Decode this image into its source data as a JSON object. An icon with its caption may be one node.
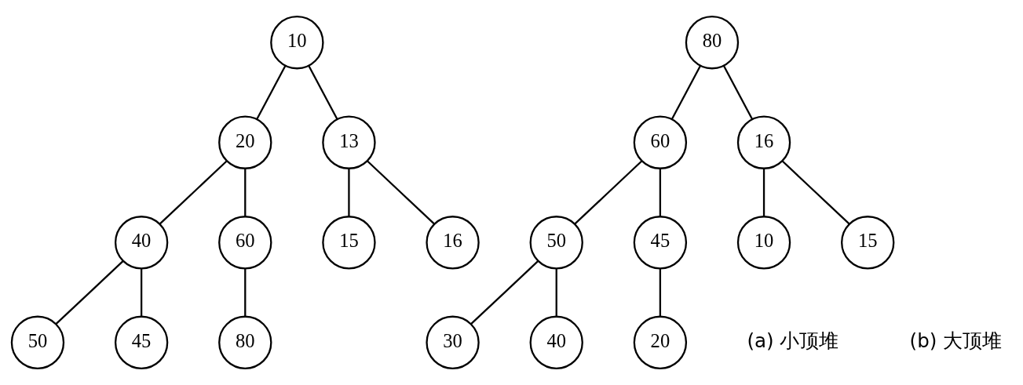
{
  "diagram": {
    "nodes": [
      {
        "text": [
          "10"
        ]
      },
      {
        "text": [
          "20"
        ]
      },
      {
        "text": [
          "13"
        ]
      },
      {
        "text": [
          "40"
        ]
      },
      {
        "text": [
          "60"
        ]
      },
      {
        "text": [
          "15"
        ]
      },
      {
        "text": [
          "16"
        ]
      },
      {
        "text": [
          "50"
        ]
      },
      {
        "text": [
          "45"
        ]
      },
      {
        "text": [
          "80"
        ]
      },
      {
        "text": [
          "80"
        ]
      },
      {
        "text": [
          "60"
        ]
      },
      {
        "text": [
          "16"
        ]
      },
      {
        "text": [
          "50"
        ]
      },
      {
        "text": [
          "45"
        ]
      },
      {
        "text": [
          "10"
        ]
      },
      {
        "text": [
          "15"
        ]
      },
      {
        "text": [
          "30"
        ]
      },
      {
        "text": [
          "40"
        ]
      },
      {
        "text": [
          "20"
        ]
      }
    ],
    "edges": [
      {
        "from": 0,
        "to": 1,
        "arrow": "none"
      },
      {
        "from": 0,
        "to": 2,
        "arrow": "none"
      },
      {
        "from": 1,
        "to": 3,
        "arrow": "none"
      },
      {
        "from": 1,
        "to": 4,
        "arrow": "none"
      },
      {
        "from": 2,
        "to": 5,
        "arrow": "none"
      },
      {
        "from": 2,
        "to": 6,
        "arrow": "none"
      },
      {
        "from": 3,
        "to": 7,
        "arrow": "none"
      },
      {
        "from": 3,
        "to": 8,
        "arrow": "none"
      },
      {
        "from": 4,
        "to": 9,
        "arrow": "none"
      },
      {
        "from": 10,
        "to": 11,
        "arrow": "none"
      },
      {
        "from": 10,
        "to": 12,
        "arrow": "none"
      },
      {
        "from": 11,
        "to": 13,
        "arrow": "none"
      },
      {
        "from": 11,
        "to": 14,
        "arrow": "none"
      },
      {
        "from": 12,
        "to": 15,
        "arrow": "none"
      },
      {
        "from": 12,
        "to": 16,
        "arrow": "none"
      },
      {
        "from": 13,
        "to": 17,
        "arrow": "none"
      },
      {
        "from": 13,
        "to": 18,
        "arrow": "none"
      },
      {
        "from": 14,
        "to": 19,
        "arrow": "none"
      }
    ],
    "labels": [
      "(a) 小顶堆",
      "(b) 大顶堆"
    ]
  }
}
